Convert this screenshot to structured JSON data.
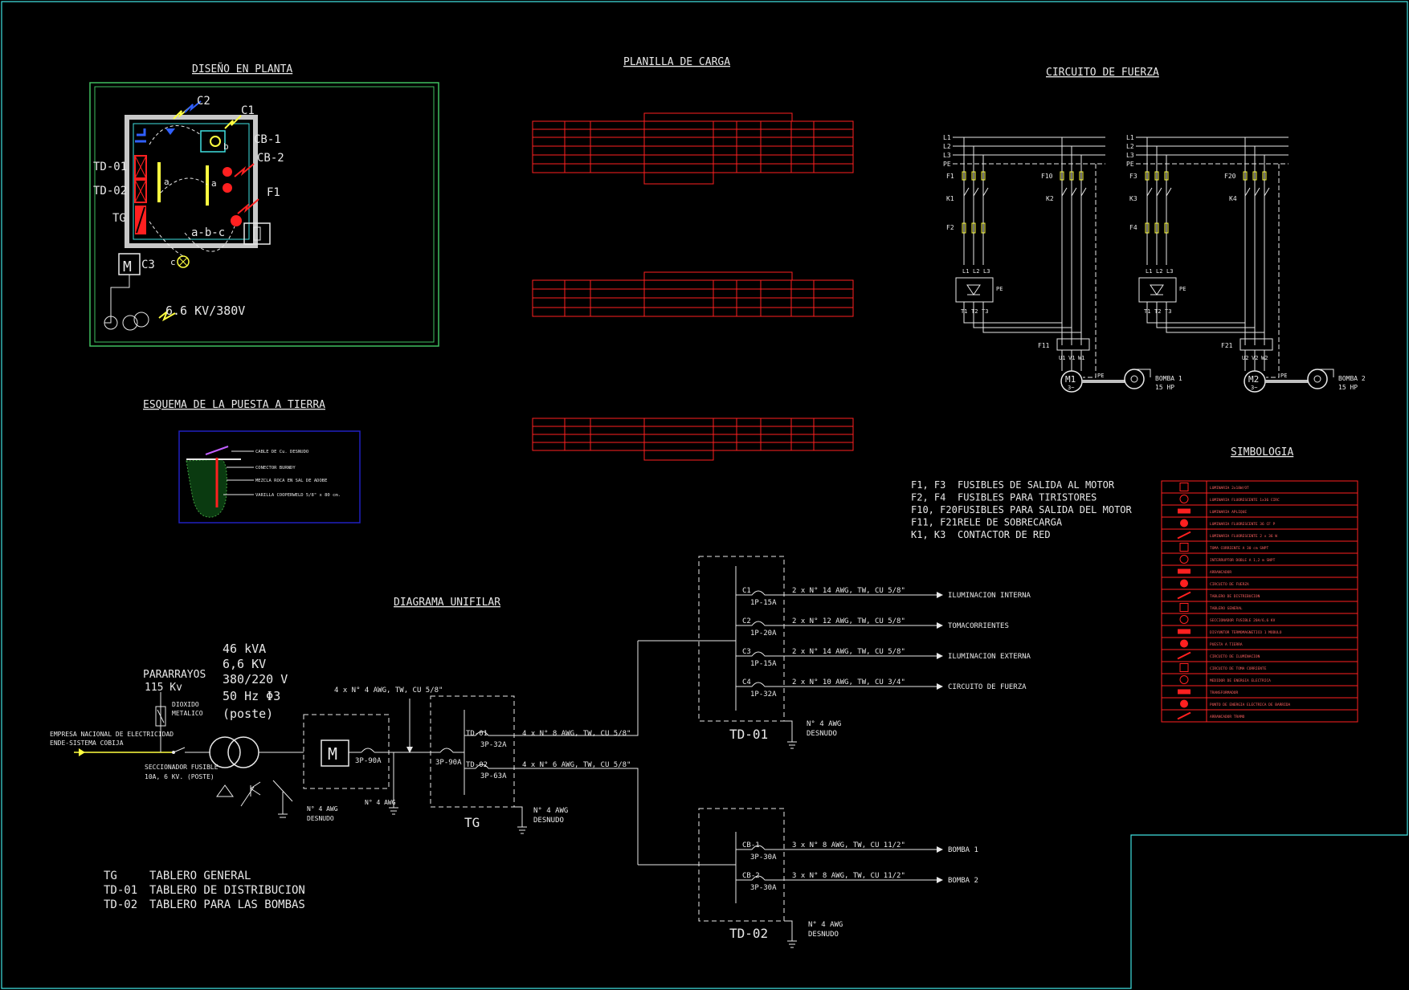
{
  "colors": {
    "background": "#000000",
    "frame": "#40e0e0",
    "text": "#e8e8e8",
    "table_lines": "#ff2020",
    "plan_border": "#40c060",
    "ground_frame": "#2020c0"
  },
  "titles": {
    "plan": "DISEÑO EN PLANTA",
    "load_sheet": "PLANILLA DE CARGA",
    "power_circuit": "CIRCUITO DE FUERZA",
    "grounding": "ESQUEMA DE LA PUESTA A TIERRA",
    "single_line": "DIAGRAMA UNIFILAR",
    "symbology": "SIMBOLOGIA"
  },
  "plan": {
    "labels": {
      "c2": "C2",
      "c1": "C1",
      "cb1": "CB-1",
      "cb2": "CB-2",
      "f1": "F1",
      "td01": "TD-01",
      "td02": "TD-02",
      "tg": "TG",
      "c3": "C3",
      "abc": "a-b-c",
      "a1": "a",
      "a2": "a",
      "b": "b",
      "c": "c",
      "m": "M",
      "voltage": "6.6 KV/380V"
    }
  },
  "grounding": {
    "labels": [
      "CABLE DE Cu. DESNUDO",
      "CONECTOR BURNDY",
      "MEZCLA ROCA EN SAL DE ADOBE",
      "VARILLA COOPERWELD 5/8\" x 80 cm."
    ]
  },
  "power_circuit": {
    "left": {
      "lines": [
        "L1",
        "L2",
        "L3",
        "PE"
      ],
      "fuses_top": [
        "F1",
        "F10"
      ],
      "contactors": [
        "K1",
        "K2"
      ],
      "fuse_mid": "F2",
      "thyristor_in": [
        "L1",
        "L2",
        "L3"
      ],
      "thyristor_out": [
        "T1",
        "T2",
        "T3"
      ],
      "pe": "PE",
      "relay": "F11",
      "motor_terms": [
        "U1",
        "V1",
        "W1"
      ],
      "motor": "M1",
      "motor_sub": "3~",
      "pump": "BOMBA 1",
      "power": "15 HP"
    },
    "right": {
      "lines": [
        "L1",
        "L2",
        "L3",
        "PE"
      ],
      "fuses_top": [
        "F3",
        "F20"
      ],
      "contactors": [
        "K3",
        "K4"
      ],
      "fuse_mid": "F4",
      "thyristor_in": [
        "L1",
        "L2",
        "L3"
      ],
      "thyristor_out": [
        "T1",
        "T2",
        "T3"
      ],
      "pe": "PE",
      "relay": "F21",
      "motor_terms": [
        "U2",
        "V2",
        "W2"
      ],
      "motor": "M2",
      "motor_sub": "3~",
      "pump": "BOMBA 2",
      "power": "15 HP"
    }
  },
  "legend": [
    {
      "code": "F1, F3",
      "desc": "FUSIBLES DE SALIDA AL MOTOR"
    },
    {
      "code": "F2, F4",
      "desc": "FUSIBLES PARA TIRISTORES"
    },
    {
      "code": "F10, F20",
      "desc": "FUSIBLES PARA SALIDA DEL MOTOR"
    },
    {
      "code": "F11, F21",
      "desc": "RELE DE SOBRECARGA"
    },
    {
      "code": "K1, K3",
      "desc": "CONTACTOR DE RED"
    }
  ],
  "symbology": [
    "LUMINARIA 2x18W/OT",
    "LUMINARIA FLUORESCENTE 1x36 CIRC",
    "LUMINARIA APLIQUE",
    "LUMINARIA FLUORESCENTE 36 CF P",
    "LUMINARIA FLUORESCENTE 2 x 36 W",
    "TOMA CORRIENTE A 30 cm SNPT",
    "INTERRUPTOR DOBLE A 1,2 m SNPT",
    "ARRANCADOR",
    "CIRCUITO DE FUERZA",
    "TABLERO DE DISTRIBUCION",
    "TABLERO GENERAL",
    "SECCIONADOR FUSIBLE 20A/6,6 KV",
    "DISYUNTOR TERMOMAGNETICO 1 MODULO",
    "PUESTA A TIERRA",
    "CIRCUITO DE ILUMINACION",
    "CIRCUITO DE TOMA CORRIENTE",
    "MEDIDOR DE ENERGIA ELECTRICA",
    "TRANSFORMADOR",
    "PUNTO DE ENERGIA ELECTRICA DE BARRIDA",
    "ARRANCADOR TRAMO"
  ],
  "single_line": {
    "arrester": [
      "PARARRAYOS",
      "115 Kv"
    ],
    "metal_oxide": [
      "DIOXIDO",
      "METALICO"
    ],
    "transformer_specs": [
      "46 kVA",
      "6,6 KV",
      "380/220 V",
      "50 Hz   Φ3",
      "(poste)"
    ],
    "utility": [
      "EMPRESA NACIONAL DE ELECTRICIDAD",
      "ENDE-SISTEMA COBIJA"
    ],
    "disconnect": [
      "SECCIONADOR FUSIBLE",
      "10A, 6 KV. (POSTE)"
    ],
    "ground_tx": [
      "N° 4 AWG",
      "DESNUDO"
    ],
    "meter": "M",
    "main_breaker": "3P-90A",
    "ground_meter": "N° 4 AWG",
    "feeder_main": "4 x N° 4 AWG, TW, CU 5/8\"",
    "tg": {
      "label": "TG",
      "breaker": "3P-90A",
      "td01": "TD-01",
      "td01_breaker": "3P-32A",
      "td02": "TD-02",
      "td02_breaker": "3P-63A",
      "ground": [
        "N° 4 AWG",
        "DESNUDO"
      ]
    },
    "feeder_td01": "4 x N° 8 AWG, TW, CU 5/8\"",
    "feeder_td02": "4 x N° 6 AWG, TW, CU 5/8\"",
    "td01": {
      "label": "TD-01",
      "ground": [
        "N° 4 AWG",
        "DESNUDO"
      ],
      "circuits": [
        {
          "id": "C1",
          "breaker": "1P-15A",
          "cable": "2 x N° 14 AWG, TW, CU 5/8\"",
          "load": "ILUMINACION INTERNA"
        },
        {
          "id": "C2",
          "breaker": "1P-20A",
          "cable": "2 x N° 12 AWG, TW, CU 5/8\"",
          "load": "TOMACORRIENTES"
        },
        {
          "id": "C3",
          "breaker": "1P-15A",
          "cable": "2 x N° 14 AWG, TW, CU 5/8\"",
          "load": "ILUMINACION EXTERNA"
        },
        {
          "id": "C4",
          "breaker": "1P-32A",
          "cable": "2 x N° 10 AWG, TW, CU 3/4\"",
          "load": "CIRCUITO DE FUERZA"
        }
      ]
    },
    "td02": {
      "label": "TD-02",
      "ground": [
        "N° 4 AWG",
        "DESNUDO"
      ],
      "circuits": [
        {
          "id": "CB-1",
          "breaker": "3P-30A",
          "cable": "3 x N° 8 AWG, TW, CU 11/2\"",
          "load": "BOMBA 1"
        },
        {
          "id": "CB-2",
          "breaker": "3P-30A",
          "cable": "3 x N° 8 AWG, TW, CU 11/2\"",
          "load": "BOMBA 2"
        }
      ]
    },
    "abbrev": [
      {
        "code": "TG",
        "desc": "TABLERO GENERAL"
      },
      {
        "code": "TD-01",
        "desc": "TABLERO DE DISTRIBUCION"
      },
      {
        "code": "TD-02",
        "desc": "TABLERO PARA LAS BOMBAS"
      }
    ]
  }
}
